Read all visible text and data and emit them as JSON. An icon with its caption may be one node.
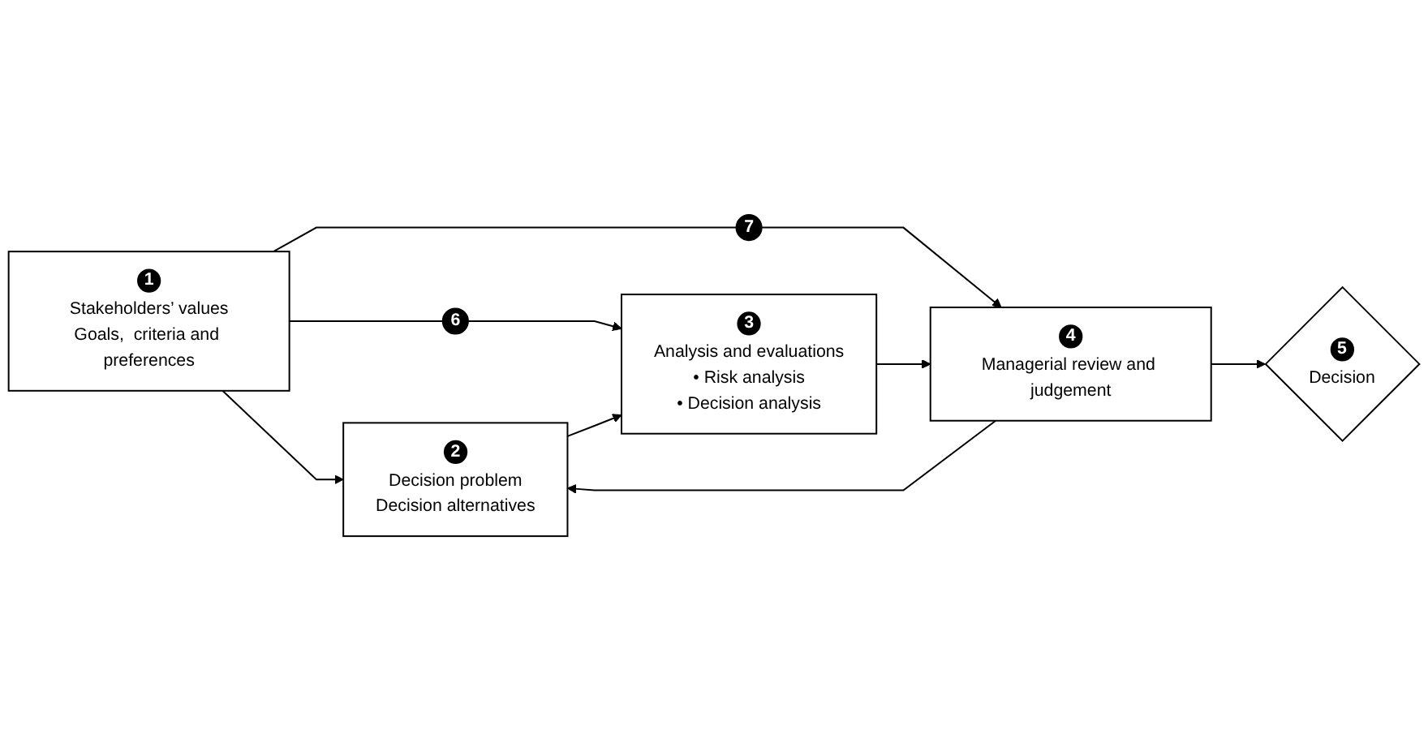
{
  "diagram": {
    "nodes": [
      {
        "text": [
          "1",
          "Stakeholders’ values",
          "Goals,  criteria and preferences"
        ]
      },
      {
        "text": [
          "2",
          "Decision problem",
          "Decision alternatives"
        ]
      },
      {
        "text": [
          "3",
          "Analysis and evaluations",
          "• Risk analysis",
          "• Decision analysis"
        ]
      },
      {
        "text": [
          "4",
          "Managerial review and judgement"
        ]
      },
      {
        "text": [
          "5",
          "Decision"
        ]
      },
      {
        "text": [
          "6"
        ]
      },
      {
        "text": [
          "7"
        ]
      }
    ],
    "edges": [
      {
        "from": 0,
        "to": 1,
        "arrow": "to"
      },
      {
        "from": 0,
        "to": 5,
        "arrow": "none"
      },
      {
        "from": 5,
        "to": 2,
        "arrow": "to"
      },
      {
        "from": 0,
        "to": 6,
        "arrow": "none"
      },
      {
        "from": 6,
        "to": 3,
        "arrow": "to"
      },
      {
        "from": 1,
        "to": 2,
        "arrow": "to"
      },
      {
        "from": 2,
        "to": 3,
        "arrow": "to"
      },
      {
        "from": 3,
        "to": 4,
        "arrow": "to"
      },
      {
        "from": 3,
        "to": 1,
        "arrow": "to"
      }
    ]
  }
}
